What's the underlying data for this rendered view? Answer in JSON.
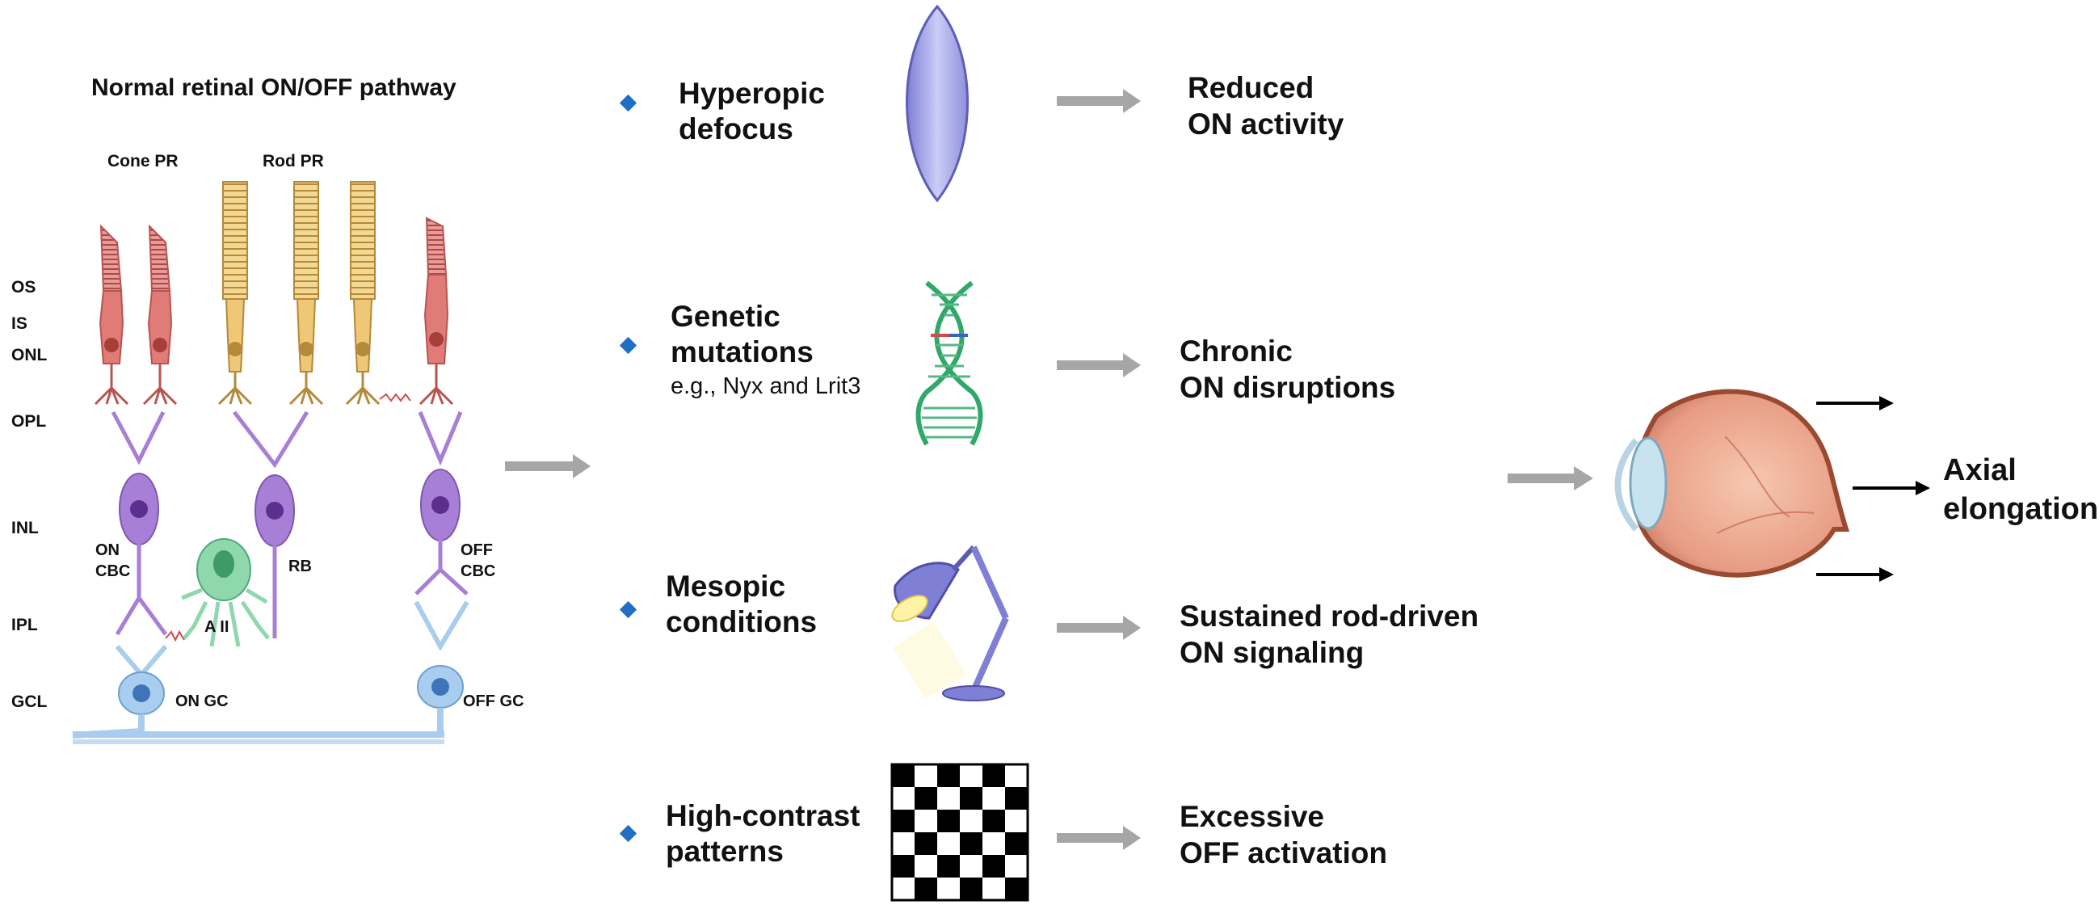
{
  "retina": {
    "title": "Normal retinal ON/OFF pathway",
    "cone_label": "Cone PR",
    "rod_label": "Rod PR",
    "layers": [
      "OS",
      "IS",
      "ONL",
      "OPL",
      "INL",
      "IPL",
      "GCL"
    ],
    "cells": {
      "on_cbc": "ON\nCBC",
      "off_cbc": "OFF\nCBC",
      "rb": "RB",
      "aii": "A II",
      "on_gc": "ON GC",
      "off_gc": "OFF GC"
    }
  },
  "factors": [
    {
      "label": "Hyperopic\ndefocus",
      "icon": "lens-icon",
      "outcome": "Reduced\nON activity"
    },
    {
      "label": "Genetic\nmutations",
      "sublabel": "e.g.,  Nyx and Lrit3",
      "icon": "dna-icon",
      "outcome": "Chronic\nON disruptions"
    },
    {
      "label": "Mesopic\nconditions",
      "icon": "lamp-icon",
      "outcome": "Sustained rod-driven\nON signaling"
    },
    {
      "label": "High-contrast\npatterns",
      "icon": "checkerboard-icon",
      "outcome": "Excessive\nOFF activation"
    }
  ],
  "result": {
    "label": "Axial\nelongation",
    "icon": "eye-icon"
  },
  "colors": {
    "cone": "#e07b78",
    "rod": "#eec877",
    "bipolar": "#a77fd6",
    "amacrine": "#8fd7ad",
    "ganglion": "#a8cdee",
    "arrow_gray": "#a6a6a6",
    "bullet": "#1f6fc4"
  }
}
